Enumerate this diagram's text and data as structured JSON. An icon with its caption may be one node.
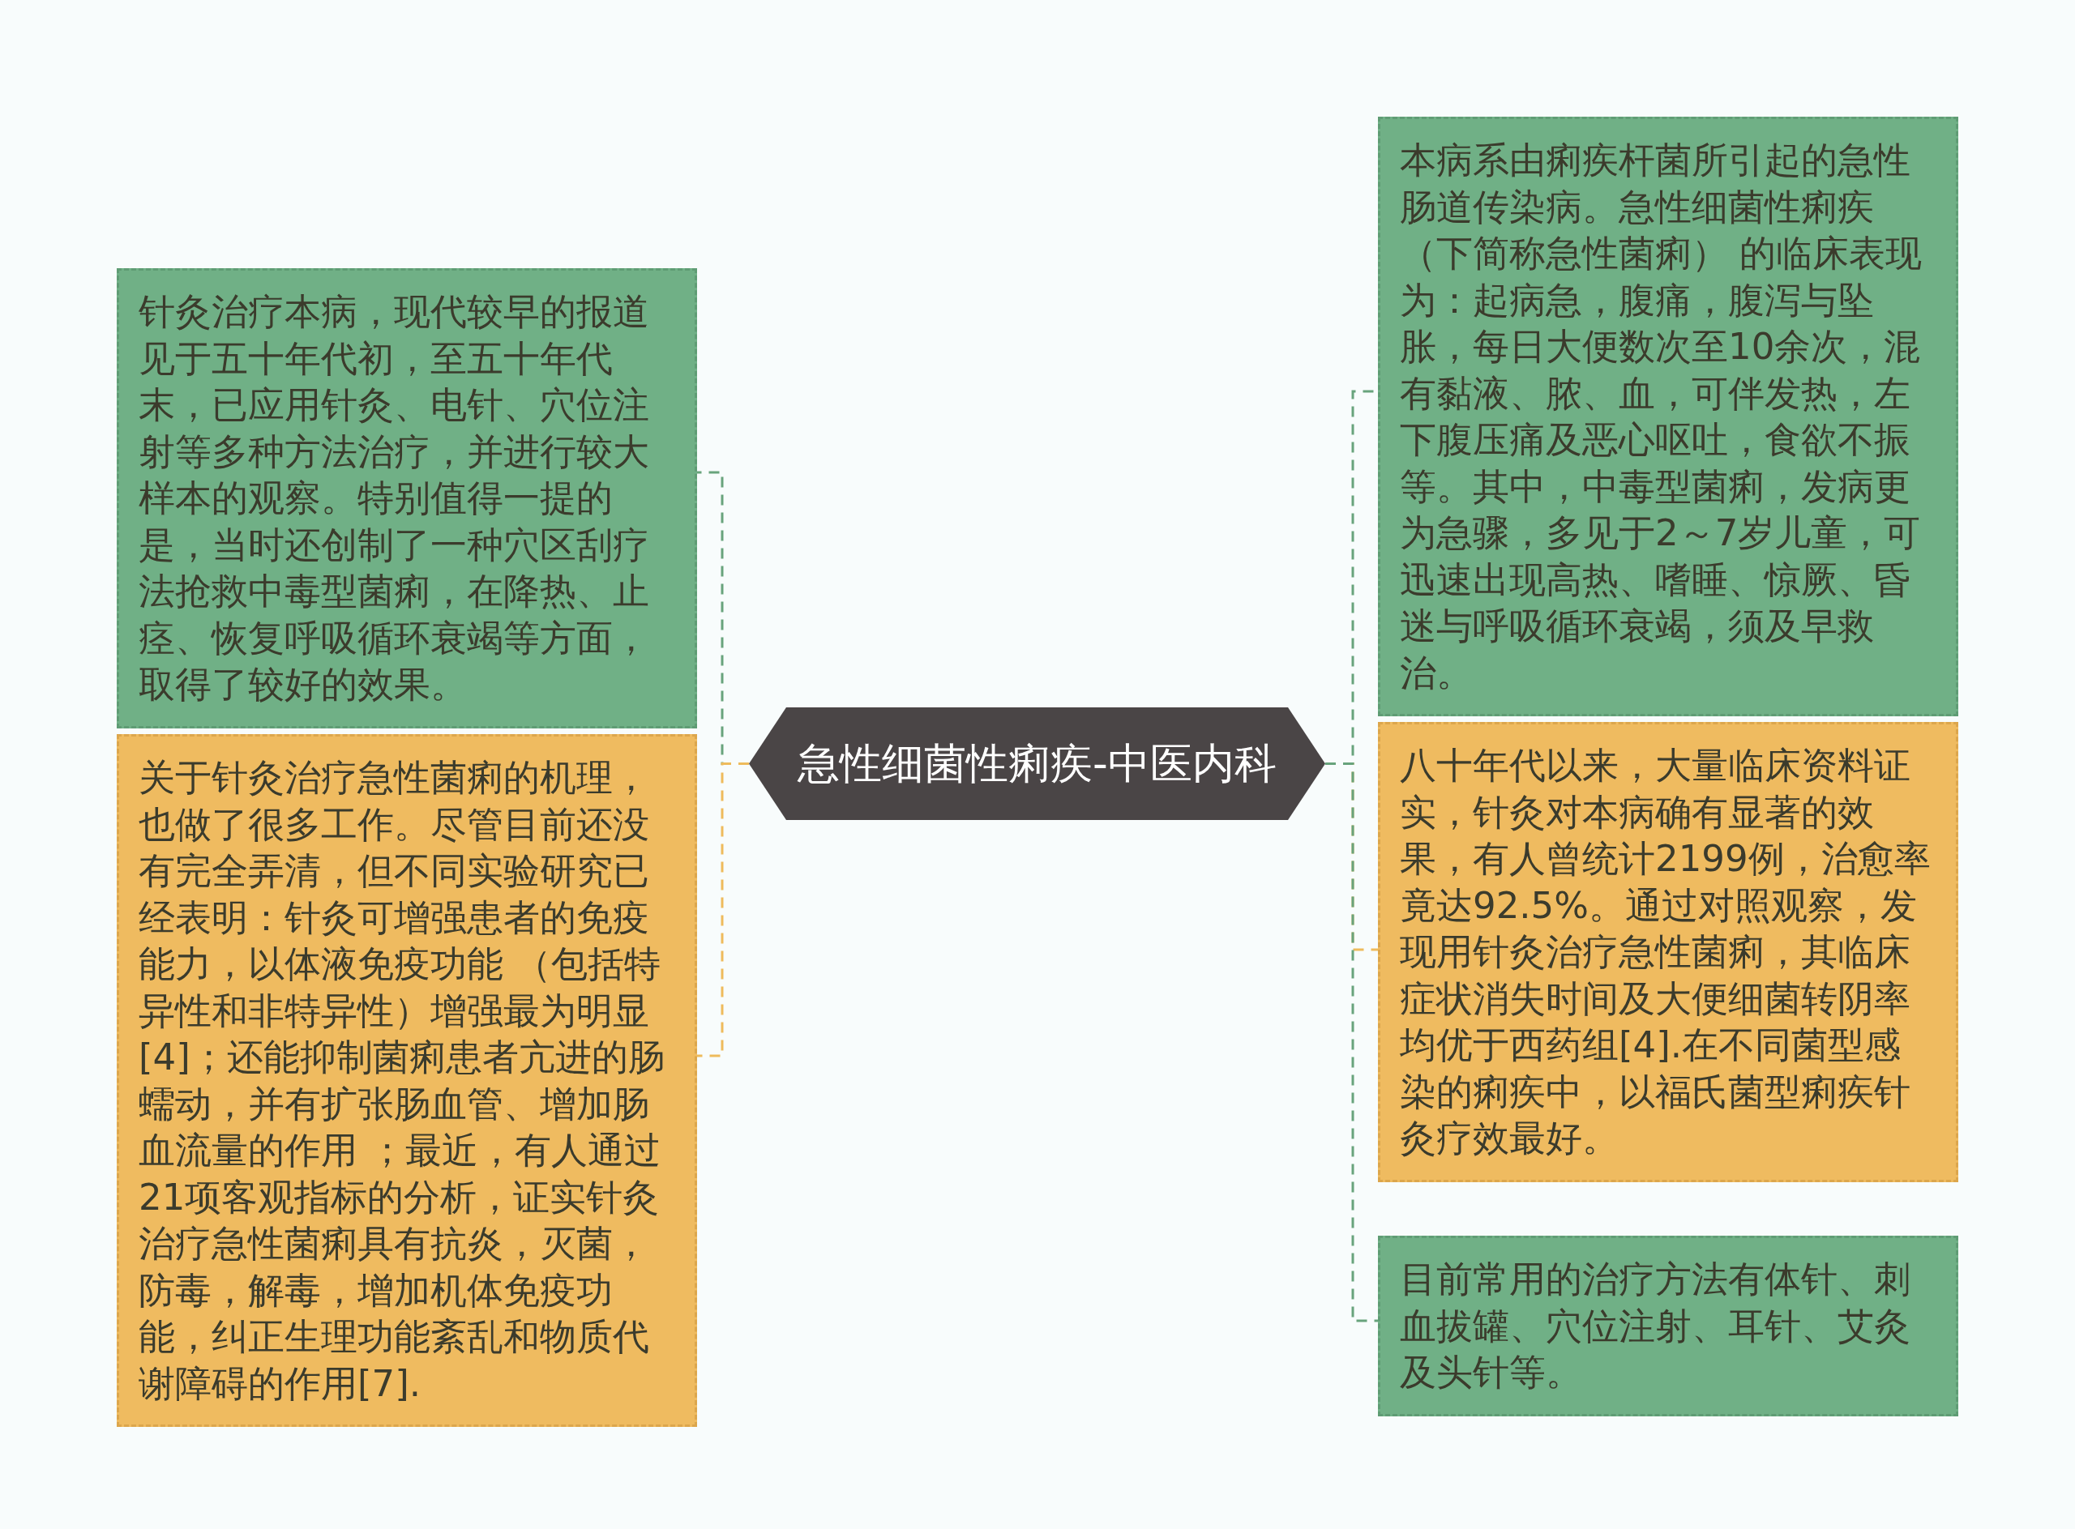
{
  "diagram": {
    "nodes": [
      {
        "text": [
          "急性细菌性痢疾-中医内科"
        ]
      },
      {
        "text": [
          "针灸治疗本病，现代较早的报道见于五十年代初，至五十年代末，已应用针灸、电针、穴位注射等多种方法治疗，并进行较大样本的观察。特别值得一提的是，当时还创制了一种穴区刮疗法抢救中毒型菌痢，在降热、止痉、恢复呼吸循环衰竭等方面，取得了较好的效果。"
        ]
      },
      {
        "text": [
          "关于针灸治疗急性菌痢的机理，也做了很多工作。尽管目前还没有完全弄清，但不同实验研究已经表明：针灸可增强患者的免疫能力，以体液免疫功能 （包括特异性和非特异性）增强最为明显[4]；还能抑制菌痢患者亢进的肠蠕动，并有扩张肠血管、增加肠血流量的作用 ；最近，有人通过21项客观指标的分析，证实针灸治疗急性菌痢具有抗炎，灭菌，防毒，解毒，增加机体免疫功能，纠正生理功能紊乱和物质代谢障碍的作用[7]."
        ]
      },
      {
        "text": [
          "本病系由痢疾杆菌所引起的急性肠道传染病。急性细菌性痢疾（下简称急性菌痢） 的临床表现为：起病急，腹痛，腹泻与坠胀，每日大便数次至10余次，混有黏液、脓、血，可伴发热，左下腹压痛及恶心呕吐，食欲不振等。其中，中毒型菌痢，发病更为急骤，多见于2～7岁儿童，可迅速出现高热、嗜睡、惊厥、昏迷与呼吸循环衰竭，须及早救治。"
        ]
      },
      {
        "text": [
          "八十年代以来，大量临床资料证实，针灸对本病确有显著的效果，有人曾统计2199例，治愈率竟达92.5%。通过对照观察，发现用针灸治疗急性菌痢，其临床症状消失时间及大便细菌转阴率均优于西药组[4].在不同菌型感染的痢疾中，以福氏菌型痢疾针灸疗效最好。"
        ]
      },
      {
        "text": [
          "目前常用的治疗方法有体针、刺血拔罐、穴位注射、耳针、艾灸及头针等。"
        ]
      }
    ],
    "edges": [
      {
        "from": 0,
        "to": 1,
        "arrow": "none",
        "style": "dashed"
      },
      {
        "from": 0,
        "to": 2,
        "arrow": "none",
        "style": "dashed",
        "color": "#eebb5c"
      },
      {
        "from": 0,
        "to": 3,
        "arrow": "none",
        "style": "dashed"
      },
      {
        "from": 0,
        "to": 4,
        "arrow": "none",
        "style": "dashed",
        "color": "#eebb5c"
      },
      {
        "from": 0,
        "to": 5,
        "arrow": "none",
        "style": "dashed"
      }
    ]
  }
}
